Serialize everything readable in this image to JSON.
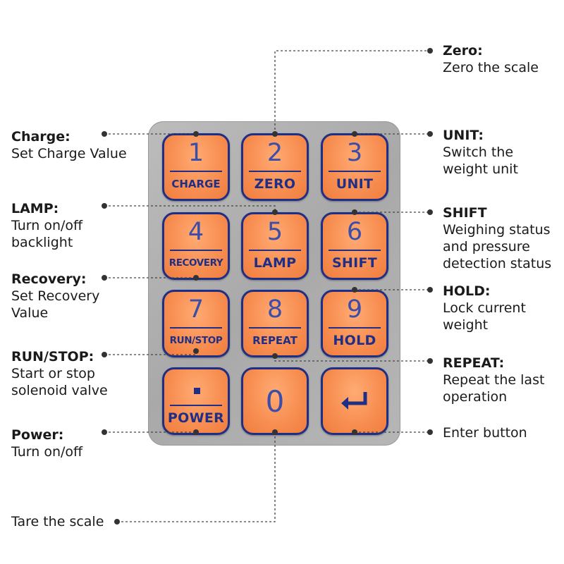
{
  "keys": [
    {
      "digit": "1",
      "word": "CHARGE"
    },
    {
      "digit": "2",
      "word": "ZERO"
    },
    {
      "digit": "3",
      "word": "UNIT"
    },
    {
      "digit": "4",
      "word": "RECOVERY"
    },
    {
      "digit": "5",
      "word": "LAMP"
    },
    {
      "digit": "6",
      "word": "SHIFT"
    },
    {
      "digit": "7",
      "word": "RUN/STOP"
    },
    {
      "digit": "8",
      "word": "REPEAT"
    },
    {
      "digit": "9",
      "word": "HOLD"
    },
    {
      "digit": "",
      "word": "POWER"
    },
    {
      "digit": "0",
      "word": ""
    },
    {
      "digit": "",
      "word": ""
    }
  ],
  "callouts": {
    "zero": {
      "title": "Zero:",
      "desc": "Zero the scale"
    },
    "charge": {
      "title": "Charge:",
      "desc": "Set Charge Value"
    },
    "unit": {
      "title": "UNIT:",
      "desc1": "Switch the",
      "desc2": "weight unit"
    },
    "lamp": {
      "title": "LAMP:",
      "desc1": "Turn on/off",
      "desc2": "backlight"
    },
    "shift": {
      "title": "SHIFT",
      "desc1": "Weighing status",
      "desc2": "and pressure",
      "desc3": "detection status"
    },
    "recovery": {
      "title": "Recovery:",
      "desc1": "Set Recovery",
      "desc2": "Value"
    },
    "hold": {
      "title": "HOLD:",
      "desc1": "Lock current",
      "desc2": "weight"
    },
    "runstop": {
      "title": "RUN/STOP:",
      "desc1": "Start or stop",
      "desc2": "solenoid valve"
    },
    "repeat": {
      "title": "REPEAT:",
      "desc1": "Repeat the last",
      "desc2": "operation"
    },
    "power": {
      "title": "Power:",
      "desc": "Turn on/off"
    },
    "enter": {
      "desc": "Enter button"
    },
    "tare": {
      "desc": "Tare the scale"
    }
  },
  "colors": {
    "key_fill": "#f88f52",
    "key_border": "#1f2f86",
    "panel": "#b0b0b0",
    "leader": "#444444"
  }
}
